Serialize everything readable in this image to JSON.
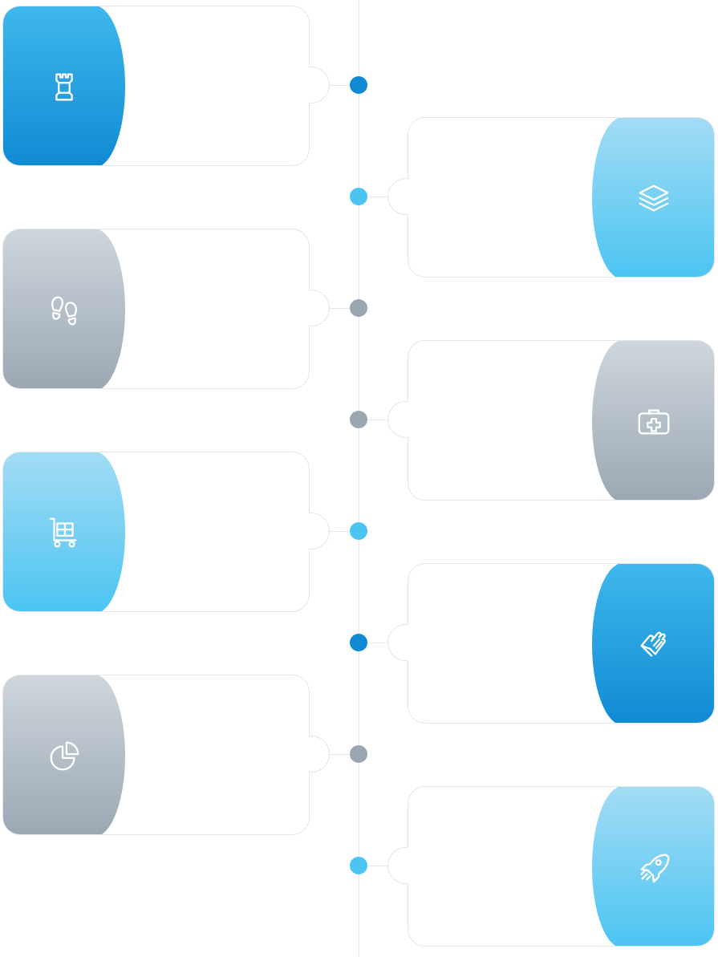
{
  "colors": {
    "dark_blue": "#0f8ad3",
    "light_blue": "#4bc4f2",
    "grey": "#9aa7b3",
    "connector": "#e3e6ea"
  },
  "items": [
    {
      "icon": "chess-rook-icon",
      "theme": "dark",
      "side": "left"
    },
    {
      "icon": "stack-layers-icon",
      "theme": "light",
      "side": "right"
    },
    {
      "icon": "footprints-icon",
      "theme": "grey",
      "side": "left"
    },
    {
      "icon": "first-aid-kit-icon",
      "theme": "grey",
      "side": "right"
    },
    {
      "icon": "shopping-cart-icon",
      "theme": "light",
      "side": "left"
    },
    {
      "icon": "glove-icon",
      "theme": "dark",
      "side": "right"
    },
    {
      "icon": "pie-chart-icon",
      "theme": "grey",
      "side": "left"
    },
    {
      "icon": "rocket-icon",
      "theme": "light",
      "side": "right"
    }
  ]
}
